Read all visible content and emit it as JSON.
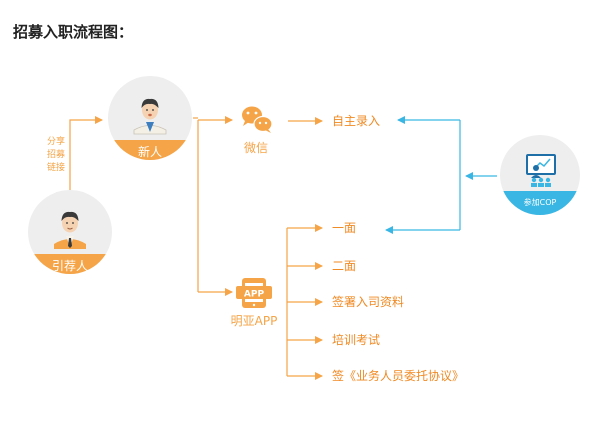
{
  "title": "招募入职流程图：",
  "colors": {
    "orange": "#F5A447",
    "orange_light": "#FBD3A3",
    "blue": "#39B6E3",
    "circle_bg": "#EEEEEE",
    "step_text": "#F08A24",
    "blue_dark": "#1E6FA8"
  },
  "nodes": {
    "referrer": {
      "label": "引荐人",
      "icon": "person-tie-icon"
    },
    "newcomer": {
      "label": "新人",
      "icon": "person-icon"
    },
    "cop": {
      "label": "参加COP",
      "icon": "presentation-icon"
    }
  },
  "share_text": [
    "分享",
    "招募",
    "链接"
  ],
  "channels": {
    "wechat": {
      "label": "微信",
      "icon": "wechat-icon"
    },
    "app": {
      "label": "明亚APP",
      "badge": "APP",
      "icon": "phone-app-icon"
    }
  },
  "steps": {
    "self_entry": "自主录入",
    "first_interview": "一面",
    "second_interview": "二面",
    "sign_docs": "签署入司资料",
    "training_exam": "培训考试",
    "sign_agreement": "签《业务人员委托协议》"
  }
}
